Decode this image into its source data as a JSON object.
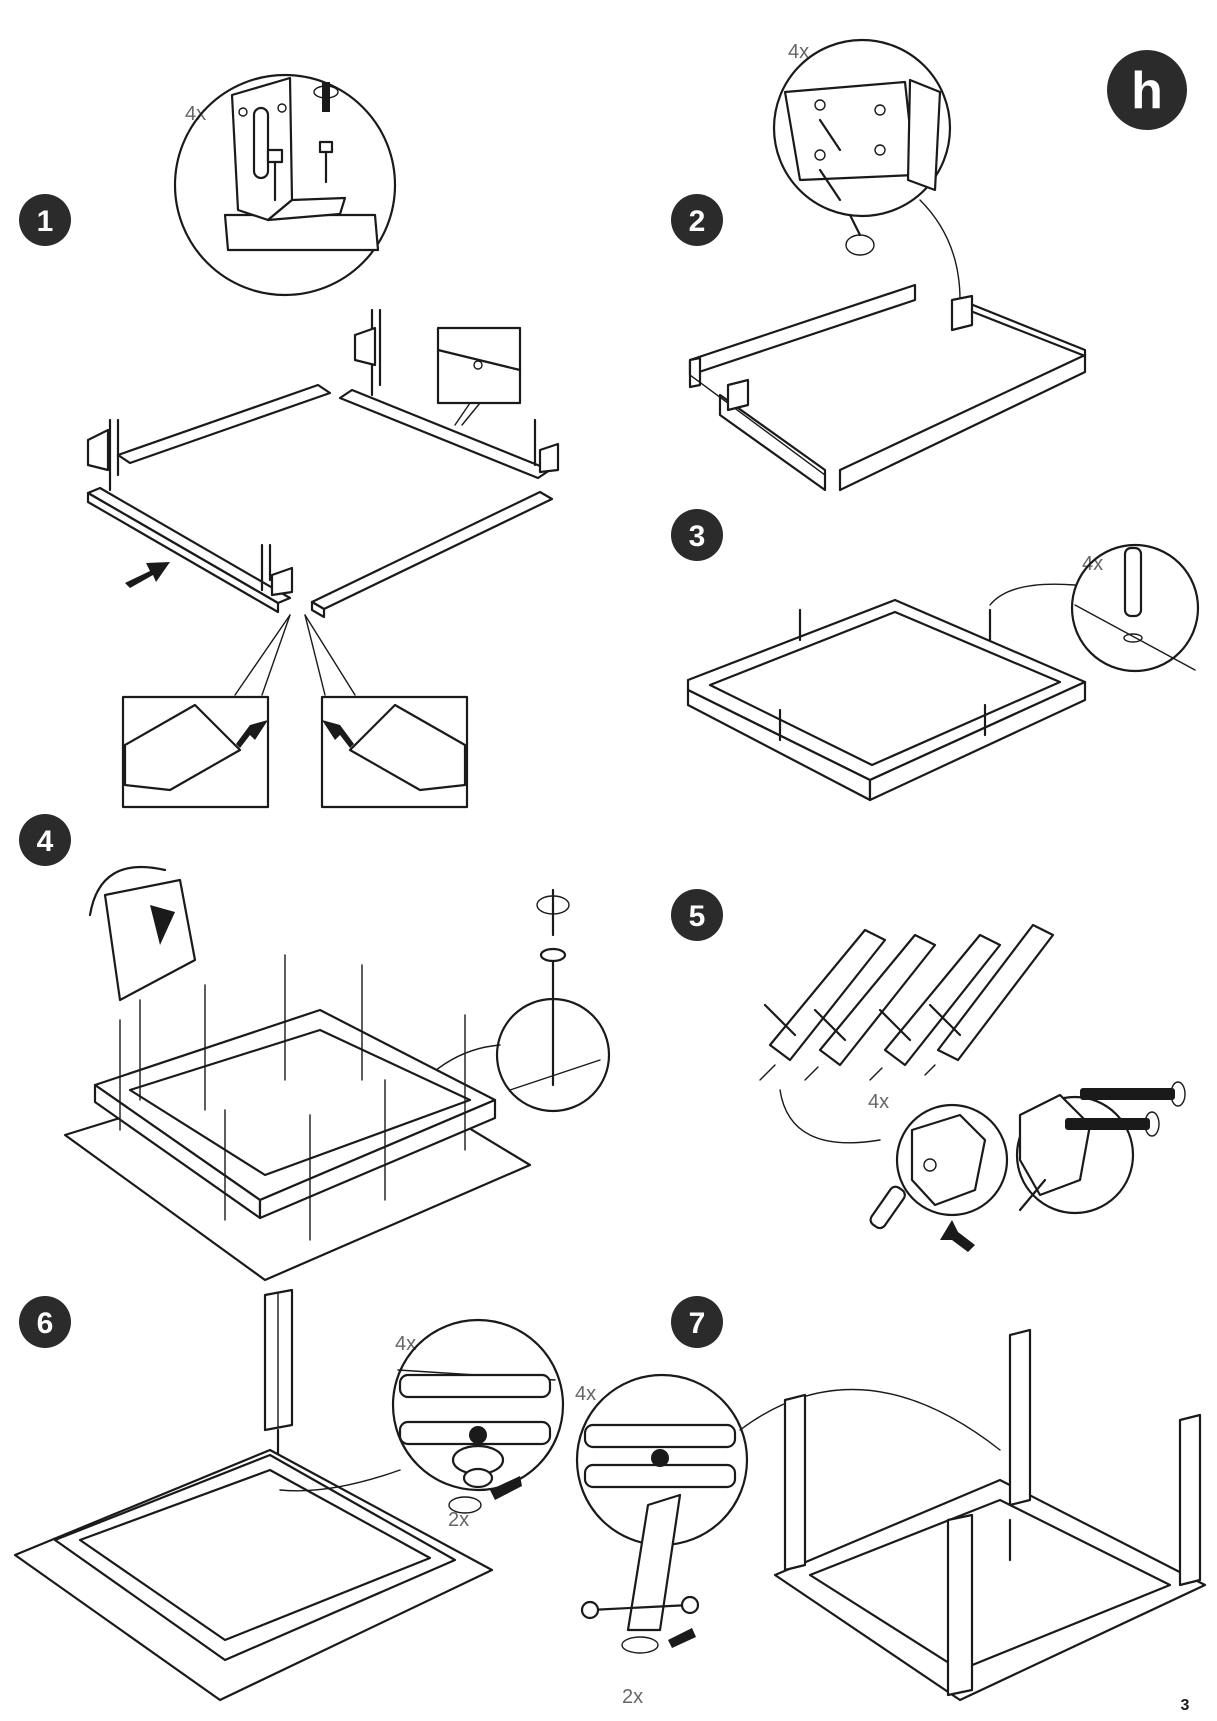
{
  "brand": {
    "logo_letter": "h",
    "color": "#2b2b2b"
  },
  "page_number": "3",
  "steps": [
    {
      "number": "1",
      "qty": "4x"
    },
    {
      "number": "2",
      "qty": "4x"
    },
    {
      "number": "3",
      "qty": "4x"
    },
    {
      "number": "4"
    },
    {
      "number": "5",
      "qty": "4x"
    },
    {
      "number": "6",
      "qty": "4x",
      "qty2": "2x"
    },
    {
      "number": "7",
      "qty": "4x",
      "qty2": "2x"
    }
  ]
}
